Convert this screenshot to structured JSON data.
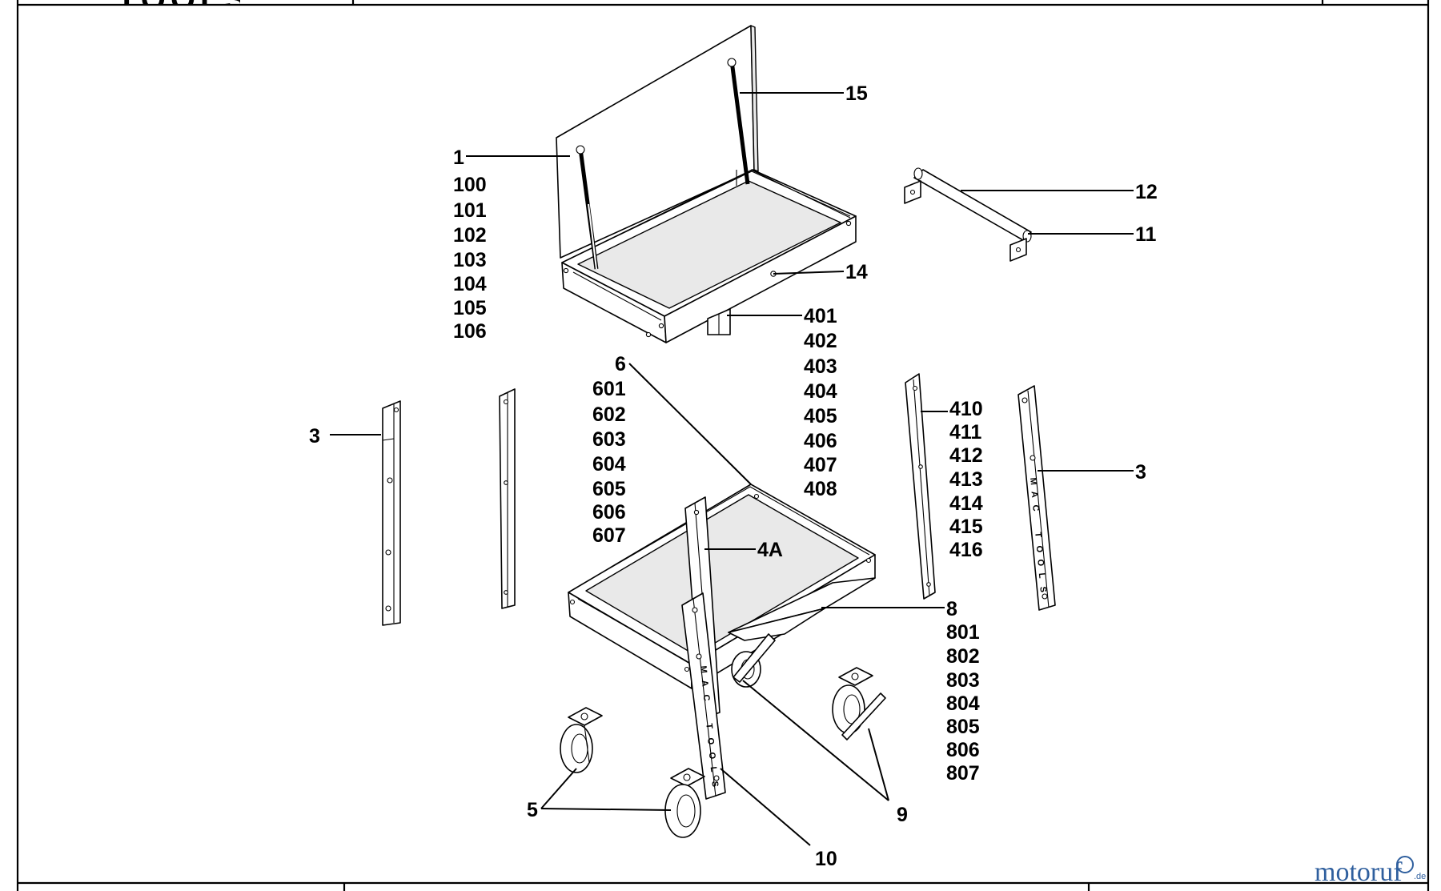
{
  "header_logo_fragment": "TOOLS",
  "labels": {
    "l1": "1",
    "l100": "100",
    "l101": "101",
    "l102": "102",
    "l103": "103",
    "l104": "104",
    "l105": "105",
    "l106": "106",
    "l15": "15",
    "l12": "12",
    "l11": "11",
    "l14": "14",
    "l401": "401",
    "l402": "402",
    "l403": "403",
    "l404": "404",
    "l405": "405",
    "l406": "406",
    "l407": "407",
    "l408": "408",
    "l6": "6",
    "l601": "601",
    "l602": "602",
    "l603": "603",
    "l604": "604",
    "l605": "605",
    "l606": "606",
    "l607": "607",
    "l3_left": "3",
    "l3_right": "3",
    "l410": "410",
    "l411": "411",
    "l412": "412",
    "l413": "413",
    "l414": "414",
    "l415": "415",
    "l416": "416",
    "l4A": "4A",
    "l8": "8",
    "l801": "801",
    "l802": "802",
    "l803": "803",
    "l804": "804",
    "l805": "805",
    "l806": "806",
    "l807": "807",
    "l5": "5",
    "l9": "9",
    "l10": "10"
  },
  "rail_stamp": [
    "M",
    "A",
    "C",
    "T",
    "O",
    "O",
    "L",
    "S"
  ],
  "watermark": {
    "text": "motoruf",
    "suffix": ".de",
    "color": "#2f5f9e"
  }
}
